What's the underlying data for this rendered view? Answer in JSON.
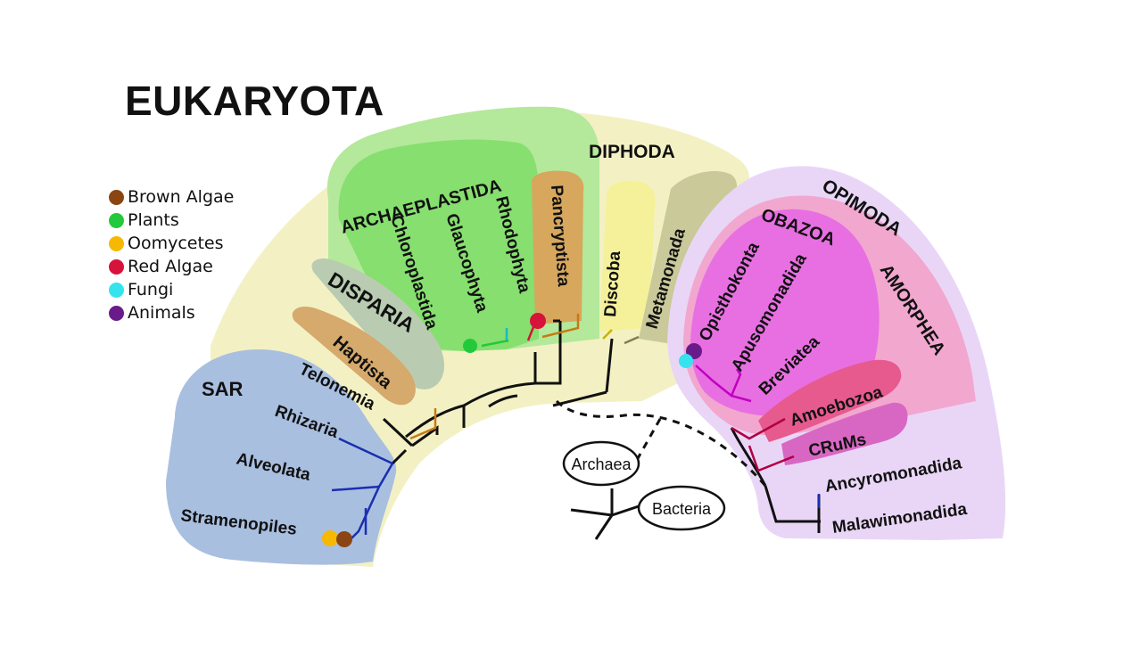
{
  "title": "EUKARYOTA",
  "legend": [
    {
      "label": "Brown Algae",
      "color": "#8b4513"
    },
    {
      "label": "Plants",
      "color": "#22c93a"
    },
    {
      "label": "Oomycetes",
      "color": "#f6b800"
    },
    {
      "label": "Red Algae",
      "color": "#d6133a"
    },
    {
      "label": "Fungi",
      "color": "#35e3ee"
    },
    {
      "label": "Animals",
      "color": "#6a1b8a"
    }
  ],
  "groups": {
    "diphoda": "DIPHODA",
    "archaeplastida": "ARCHAEPLASTIDA",
    "disparia": "DISPARIA",
    "sar": "SAR",
    "opimoda": "OPIMODA",
    "obazoa": "OBAZOA",
    "amorphea": "AMORPHEA"
  },
  "taxa": {
    "chloroplastida": "Chloroplastida",
    "glaucophyta": "Glaucophyta",
    "rhodophyta": "Rhodophyta",
    "pancryptista": "Pancryptista",
    "discoba": "Discoba",
    "metamonada": "Metamonada",
    "haptista": "Haptista",
    "telonemia": "Telonemia",
    "rhizaria": "Rhizaria",
    "alveolata": "Alveolata",
    "stramenopiles": "Stramenopiles",
    "opisthokonta": "Opisthokonta",
    "apusomonadida": "Apusomonadida",
    "breviatea": "Breviatea",
    "amoebozoa": "Amoebozoa",
    "crums": "CRuMs",
    "ancyromonadida": "Ancyromonadida",
    "malawimonadida": "Malawimonadida",
    "archaea": "Archaea",
    "bacteria": "Bacteria"
  },
  "colors": {
    "diphoda_bg": "#f3f1c4",
    "archaeplastida_bg": "#b4e89a",
    "archaeplastida_inner": "#86df6e",
    "sar_bg": "#a9bfe0",
    "opimoda_bg": "#e9d6f7",
    "amorphea_bg": "#f2a7cf",
    "obazoa_bg": "#e86fe2",
    "disparia_bg": "#b9ccb2",
    "haptista_bg": "#d6a96c",
    "pancryptista_bg": "#d7a75e",
    "discoba_bg": "#f4f19a",
    "metamonada_bg": "#c9c99a",
    "amoebozoa_bg": "#e65a8e",
    "crums_bg": "#d867c4"
  }
}
